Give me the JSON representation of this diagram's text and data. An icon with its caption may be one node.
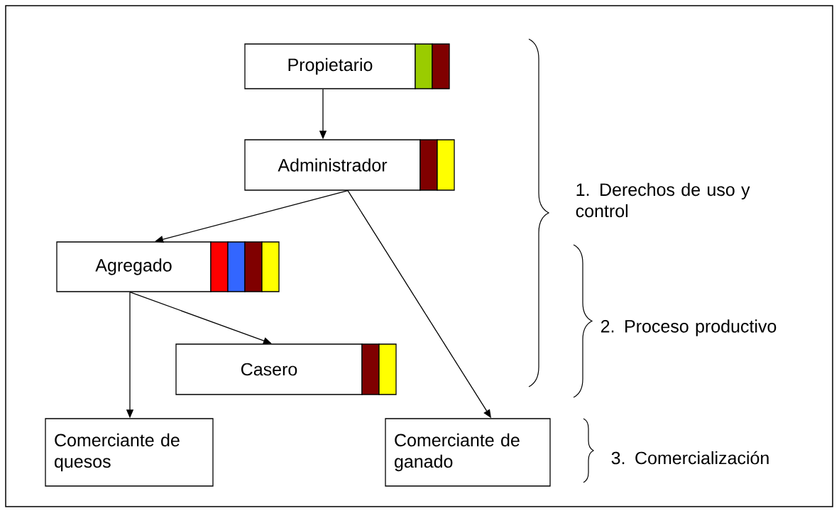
{
  "diagram": {
    "nodes": [
      {
        "text": [
          "Propietario"
        ]
      },
      {
        "text": [
          "Administrador"
        ]
      },
      {
        "text": [
          "Agregado"
        ]
      },
      {
        "text": [
          "Casero"
        ]
      },
      {
        "text": [
          "Comerciante de quesos"
        ]
      },
      {
        "text": [
          "Comerciante de ganado"
        ]
      }
    ],
    "edges": [
      {
        "from": 0,
        "to": 1,
        "arrow": "to"
      },
      {
        "from": 1,
        "to": 2,
        "arrow": "to"
      },
      {
        "from": 1,
        "to": 5,
        "arrow": "to"
      },
      {
        "from": 2,
        "to": 4,
        "arrow": "to"
      },
      {
        "from": 2,
        "to": 3,
        "arrow": "to"
      }
    ],
    "labels": [
      "1. Derechos de uso y control",
      "2. Proceso productivo",
      "3. Comercialización"
    ]
  }
}
